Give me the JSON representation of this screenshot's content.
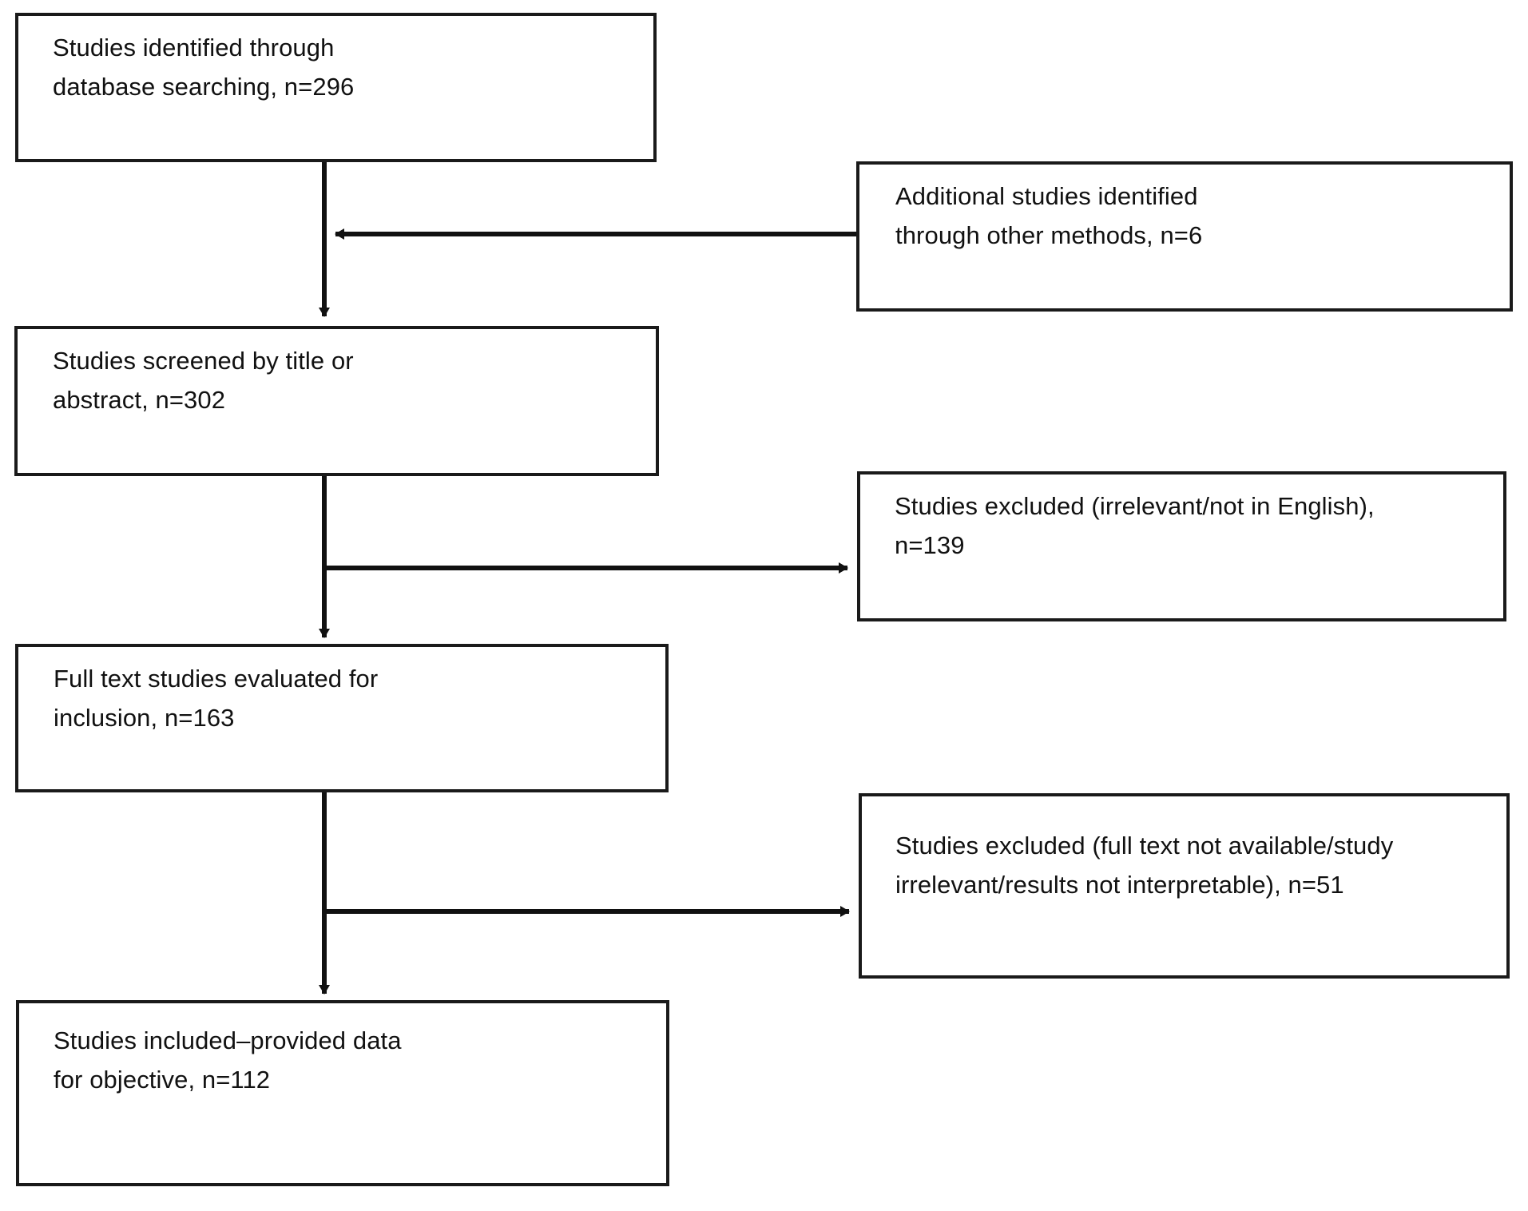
{
  "diagram": {
    "type": "prisma-flow-diagram",
    "background_color": "#ffffff",
    "line_color": "#1a1a1a",
    "text_color": "#111111",
    "boxes": [
      {
        "id": "identified-database",
        "label": "Studies identified through\ndatabase searching, n=296",
        "line1": "Studies identified through",
        "line2": "database searching, n=296",
        "count": 296,
        "column": "main"
      },
      {
        "id": "identified-other",
        "label": "Additional studies identified\nthrough other methods, n=6",
        "line1": "Additional studies identified",
        "line2": "through other methods, n=6",
        "count": 6,
        "column": "right"
      },
      {
        "id": "screened",
        "label": "Studies screened by title or\nabstract, n=302",
        "line1": "Studies screened by title or",
        "line2": "abstract, n=302",
        "count": 302,
        "column": "main"
      },
      {
        "id": "excluded-screening",
        "label": "Studies excluded (irrelevant/not in English),\nn=139",
        "line1": "Studies excluded (irrelevant/not in English),",
        "line2": "n=139",
        "count": 139,
        "column": "right"
      },
      {
        "id": "fulltext-evaluated",
        "label": "Full text studies evaluated for\ninclusion, n=163",
        "line1": "Full text studies evaluated for",
        "line2": "inclusion, n=163",
        "count": 163,
        "column": "main"
      },
      {
        "id": "excluded-fulltext",
        "label": "Studies excluded (full text not available/study\nirrelevant/results not interpretable), n=51",
        "line1": "Studies excluded (full text not available/study",
        "line2": "irrelevant/results not interpretable), n=51",
        "count": 51,
        "column": "right"
      },
      {
        "id": "included",
        "label": "Studies included–provided data\nfor objective, n=112",
        "line1": "Studies included–provided data",
        "line2": "for objective, n=112",
        "count": 112,
        "column": "main"
      }
    ],
    "connectors": [
      {
        "id": "identified-to-screened",
        "direction": "down"
      },
      {
        "id": "other-to-trunk",
        "direction": "left"
      },
      {
        "id": "screened-to-fulltext",
        "direction": "down"
      },
      {
        "id": "screened-to-excluded",
        "direction": "right"
      },
      {
        "id": "fulltext-to-included",
        "direction": "down"
      },
      {
        "id": "fulltext-to-excluded",
        "direction": "right"
      }
    ]
  }
}
